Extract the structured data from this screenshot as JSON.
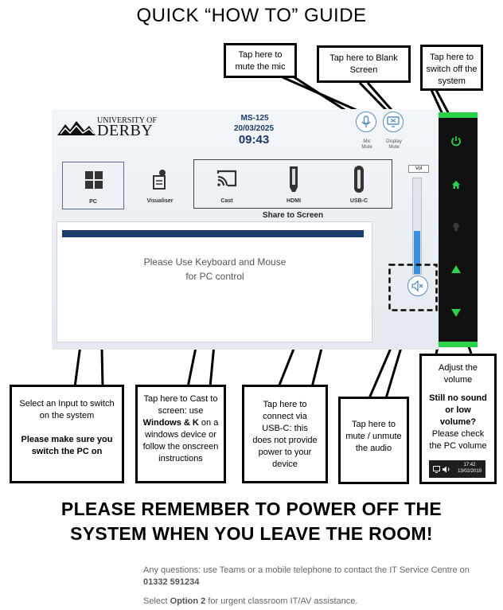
{
  "title": "QUICK “HOW TO” GUIDE",
  "panel": {
    "logo_small": "UNIVERSITY OF",
    "logo_big": "DERBY",
    "room": "MS-125",
    "date": "20/03/2025",
    "time": "09:43",
    "mic_label_1": "Mic",
    "mic_label_2": "Mute",
    "display_label_1": "Display",
    "display_label_2": "Mute",
    "inputs": [
      {
        "label": "PC",
        "icon": "windows-icon"
      },
      {
        "label": "Visualiser",
        "icon": "visualiser-icon"
      },
      {
        "label": "Cast",
        "icon": "cast-icon"
      },
      {
        "label": "HDMI",
        "icon": "hdmi-icon"
      },
      {
        "label": "USB-C",
        "icon": "usbc-icon"
      }
    ],
    "share_label": "Share to Screen",
    "content_text_1": "Please Use Keyboard and Mouse",
    "content_text_2": "for PC control",
    "volume_label": "Vol",
    "volume_level": 0.45
  },
  "callouts": {
    "mic": "Tap here to mute the mic",
    "blank": "Tap here to Blank Screen",
    "power": "Tap here to switch off the system",
    "input_1": "Select an Input to switch on the system",
    "input_2": "Please make sure you switch the PC on",
    "cast_1": "Tap here to Cast to screen: use",
    "cast_bold": "Windows & K",
    "cast_2": "on a windows device or follow the onscreen instructions",
    "usbc": "Tap here to connect via USB-C: this does not provide power to your device",
    "mute_audio": "Tap here to mute / unmute the audio",
    "volume_1": "Adjust the volume",
    "volume_2": "Still no sound or low volume?",
    "volume_3": "Please check the PC volume",
    "taskbar_time": "17:42",
    "taskbar_date": "13/02/2019"
  },
  "reminder_1": "PLEASE REMEMBER TO POWER OFF THE",
  "reminder_2": "SYSTEM WHEN YOU LEAVE THE ROOM!",
  "footer": {
    "line1_a": "Any questions: use Teams or a mobile telephone to contact the IT Service Centre on",
    "phone": "01332 591234",
    "line2_a": "Select",
    "option": "Option 2",
    "line2_b": "for urgent classroom IT/AV assistance."
  },
  "colors": {
    "accent": "#1c3b6e",
    "green": "#2bd04b",
    "volume": "#3a8ee0"
  }
}
